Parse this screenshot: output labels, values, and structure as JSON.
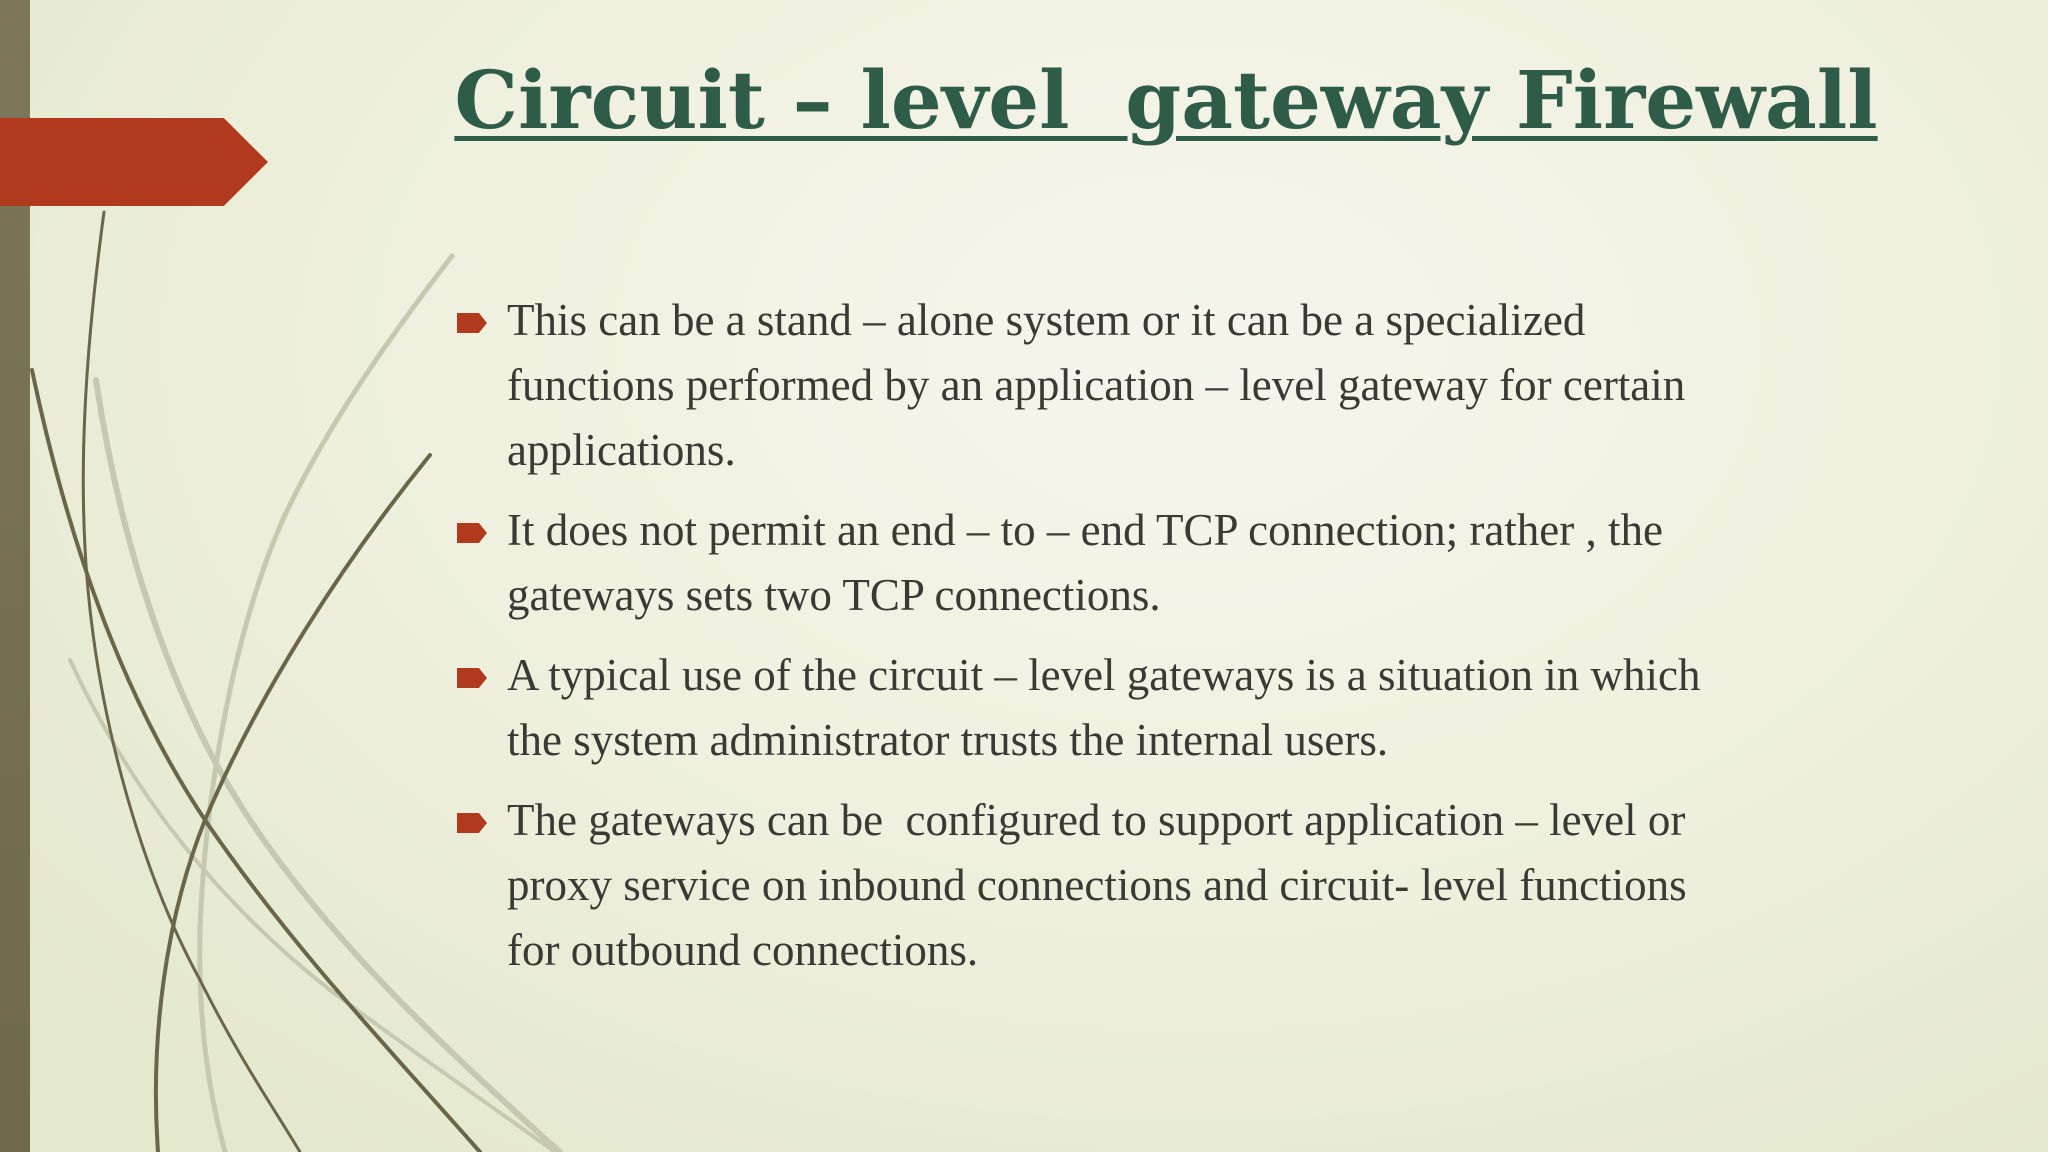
{
  "slide": {
    "title": "Circuit – level  gateway Firewall",
    "bullets": [
      {
        "text": "This can be a stand – alone system or it can be a specialized\nfunctions performed by an application – level gateway for certain\napplications."
      },
      {
        "text": "It does not permit an end – to – end TCP connection; rather , the\ngateways sets two TCP connections."
      },
      {
        "text": "A typical use of the circuit – level gateways is a situation in which\nthe system administrator trusts the internal users."
      },
      {
        "text": "The gateways can be  configured to support application – level or\nproxy service on inbound connections and circuit- level functions\nfor outbound connections."
      }
    ]
  },
  "theme": {
    "title_color": "#2f5c48",
    "body_text_color": "#3a3a35",
    "accent_red": "#b13a1e",
    "bar_olive": "#7d7659",
    "background_light": "#f6f5ec",
    "background_edge": "#e4e8cd",
    "swoosh_dark": "#6b654a",
    "swoosh_light": "#c6c9b0"
  }
}
